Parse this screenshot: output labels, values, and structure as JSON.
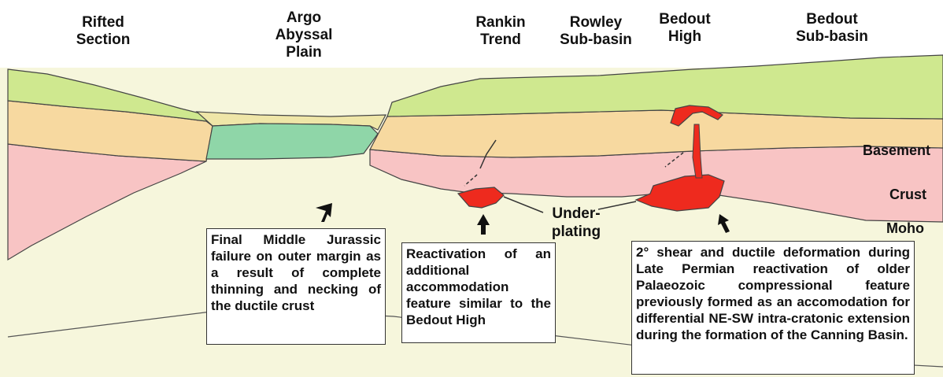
{
  "headings": {
    "rifted": "Rifted\nSection",
    "argo": "Argo\nAbyssal\nPlain",
    "rankin": "Rankin\nTrend",
    "rowley": "Rowley\nSub-basin",
    "bedout_high": "Bedout\nHigh",
    "bedout_sub": "Bedout\nSub-basin"
  },
  "layer_labels": {
    "basement": "Basement",
    "crust": "Crust",
    "moho": "Moho"
  },
  "underplating_label": "Under-\nplating",
  "notes": {
    "jurassic": "Final Middle Jurassic failure on outer margin as a result of complete thinning and necking of the ductile crust",
    "reactivation": "Reactivation of an additional accommodation feature similar to the Bedout High",
    "shear": "2° shear and ductile deformation during Late Permian reactivation of older Palaeozoic compressional feature previously formed as an accomodation for differential NE-SW intra-cratonic extension during the formation of the Canning Basin."
  },
  "colors": {
    "upper_sediment": "#cfe88f",
    "lower_sediment": "#f7d9a0",
    "basement_crust": "#f8c4c4",
    "mantle": "#f6f6dc",
    "oceanic": "#8fd6a8",
    "argo_fill": "#efe6a8",
    "melt": "#ee2a1e"
  }
}
